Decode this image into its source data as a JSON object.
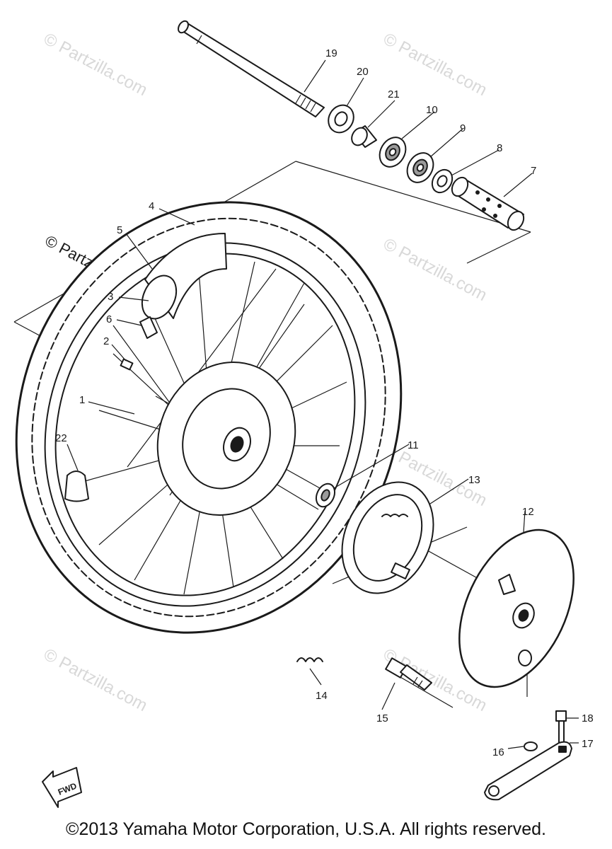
{
  "watermark": "© Partzilla.com",
  "fwd_label": "FWD",
  "copyright": "©2013 Yamaha Motor Corporation, U.S.A. All rights reserved.",
  "callouts": [
    "1",
    "2",
    "3",
    "4",
    "5",
    "6",
    "7",
    "8",
    "9",
    "10",
    "11",
    "12",
    "13",
    "14",
    "15",
    "16",
    "17",
    "18",
    "19",
    "20",
    "21",
    "22"
  ]
}
